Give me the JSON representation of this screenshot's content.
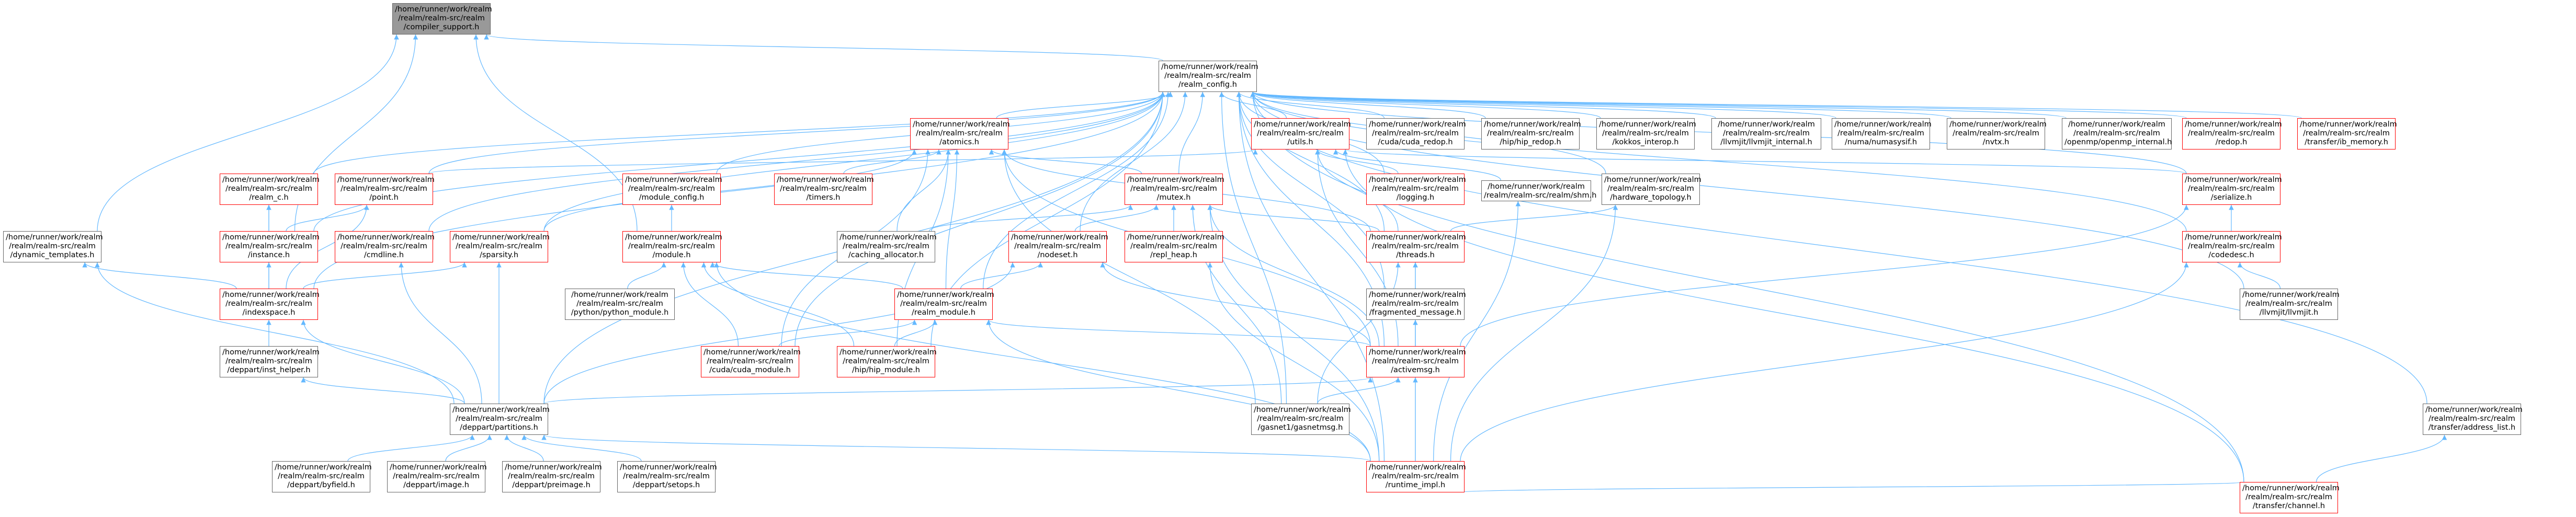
{
  "graph": {
    "edge_color": "#63b8ff",
    "node_border_default": "#666666",
    "node_border_incomplete": "#ff0000",
    "root_fill": "#999999",
    "nodes": [
      {
        "id": "compiler_support",
        "lines": [
          "/home/runner/work/realm",
          "/realm/realm-src/realm",
          "/compiler_support.h"
        ],
        "kind": "root"
      },
      {
        "id": "realm_config",
        "lines": [
          "/home/runner/work/realm",
          "/realm/realm-src/realm",
          "/realm_config.h"
        ],
        "kind": "normal"
      },
      {
        "id": "dynamic_templates",
        "lines": [
          "/home/runner/work/realm",
          "/realm/realm-src/realm",
          "/dynamic_templates.h"
        ],
        "kind": "normal"
      },
      {
        "id": "atomics",
        "lines": [
          "/home/runner/work/realm",
          "/realm/realm-src/realm",
          "/atomics.h"
        ],
        "kind": "red"
      },
      {
        "id": "utils",
        "lines": [
          "/home/runner/work/realm",
          "/realm/realm-src/realm",
          "/utils.h"
        ],
        "kind": "red"
      },
      {
        "id": "cuda_redop",
        "lines": [
          "/home/runner/work/realm",
          "/realm/realm-src/realm",
          "/cuda/cuda_redop.h"
        ],
        "kind": "normal"
      },
      {
        "id": "hip_redop",
        "lines": [
          "/home/runner/work/realm",
          "/realm/realm-src/realm",
          "/hip/hip_redop.h"
        ],
        "kind": "normal"
      },
      {
        "id": "kokkos_interop",
        "lines": [
          "/home/runner/work/realm",
          "/realm/realm-src/realm",
          "/kokkos_interop.h"
        ],
        "kind": "normal"
      },
      {
        "id": "llvmjit_internal",
        "lines": [
          "/home/runner/work/realm",
          "/realm/realm-src/realm",
          "/llvmjit/llvmjit_internal.h"
        ],
        "kind": "normal"
      },
      {
        "id": "numasysif",
        "lines": [
          "/home/runner/work/realm",
          "/realm/realm-src/realm",
          "/numa/numasysif.h"
        ],
        "kind": "normal"
      },
      {
        "id": "nvtx",
        "lines": [
          "/home/runner/work/realm",
          "/realm/realm-src/realm",
          "/nvtx.h"
        ],
        "kind": "normal"
      },
      {
        "id": "openmp_internal",
        "lines": [
          "/home/runner/work/realm",
          "/realm/realm-src/realm",
          "/openmp/openmp_internal.h"
        ],
        "kind": "normal"
      },
      {
        "id": "redop",
        "lines": [
          "/home/runner/work/realm",
          "/realm/realm-src/realm",
          "/redop.h"
        ],
        "kind": "red"
      },
      {
        "id": "ib_memory",
        "lines": [
          "/home/runner/work/realm",
          "/realm/realm-src/realm",
          "/transfer/ib_memory.h"
        ],
        "kind": "red"
      },
      {
        "id": "realm_c",
        "lines": [
          "/home/runner/work/realm",
          "/realm/realm-src/realm",
          "/realm_c.h"
        ],
        "kind": "red"
      },
      {
        "id": "point",
        "lines": [
          "/home/runner/work/realm",
          "/realm/realm-src/realm",
          "/point.h"
        ],
        "kind": "red"
      },
      {
        "id": "module_config",
        "lines": [
          "/home/runner/work/realm",
          "/realm/realm-src/realm",
          "/module_config.h"
        ],
        "kind": "red"
      },
      {
        "id": "timers",
        "lines": [
          "/home/runner/work/realm",
          "/realm/realm-src/realm",
          "/timers.h"
        ],
        "kind": "red"
      },
      {
        "id": "mutex",
        "lines": [
          "/home/runner/work/realm",
          "/realm/realm-src/realm",
          "/mutex.h"
        ],
        "kind": "red"
      },
      {
        "id": "logging",
        "lines": [
          "/home/runner/work/realm",
          "/realm/realm-src/realm",
          "/logging.h"
        ],
        "kind": "red"
      },
      {
        "id": "realmshm",
        "lines": [
          "/home/runner/work/realm",
          "/realm/realm-src/realm/shm.h"
        ],
        "kind": "normal"
      },
      {
        "id": "hardware_topology",
        "lines": [
          "/home/runner/work/realm",
          "/realm/realm-src/realm",
          "/hardware_topology.h"
        ],
        "kind": "normal"
      },
      {
        "id": "serialize",
        "lines": [
          "/home/runner/work/realm",
          "/realm/realm-src/realm",
          "/serialize.h"
        ],
        "kind": "red"
      },
      {
        "id": "instance",
        "lines": [
          "/home/runner/work/realm",
          "/realm/realm-src/realm",
          "/instance.h"
        ],
        "kind": "red"
      },
      {
        "id": "cmdline",
        "lines": [
          "/home/runner/work/realm",
          "/realm/realm-src/realm",
          "/cmdline.h"
        ],
        "kind": "red"
      },
      {
        "id": "sparsity",
        "lines": [
          "/home/runner/work/realm",
          "/realm/realm-src/realm",
          "/sparsity.h"
        ],
        "kind": "red"
      },
      {
        "id": "module",
        "lines": [
          "/home/runner/work/realm",
          "/realm/realm-src/realm",
          "/module.h"
        ],
        "kind": "red"
      },
      {
        "id": "caching_allocator",
        "lines": [
          "/home/runner/work/realm",
          "/realm/realm-src/realm",
          "/caching_allocator.h"
        ],
        "kind": "normal"
      },
      {
        "id": "nodeset",
        "lines": [
          "/home/runner/work/realm",
          "/realm/realm-src/realm",
          "/nodeset.h"
        ],
        "kind": "red"
      },
      {
        "id": "repl_heap",
        "lines": [
          "/home/runner/work/realm",
          "/realm/realm-src/realm",
          "/repl_heap.h"
        ],
        "kind": "red"
      },
      {
        "id": "threads",
        "lines": [
          "/home/runner/work/realm",
          "/realm/realm-src/realm",
          "/threads.h"
        ],
        "kind": "red"
      },
      {
        "id": "codedesc",
        "lines": [
          "/home/runner/work/realm",
          "/realm/realm-src/realm",
          "/codedesc.h"
        ],
        "kind": "red"
      },
      {
        "id": "indexspace",
        "lines": [
          "/home/runner/work/realm",
          "/realm/realm-src/realm",
          "/indexspace.h"
        ],
        "kind": "red"
      },
      {
        "id": "python_module",
        "lines": [
          "/home/runner/work/realm",
          "/realm/realm-src/realm",
          "/python/python_module.h"
        ],
        "kind": "normal"
      },
      {
        "id": "realm_module",
        "lines": [
          "/home/runner/work/realm",
          "/realm/realm-src/realm",
          "/realm_module.h"
        ],
        "kind": "red"
      },
      {
        "id": "fragmented_message",
        "lines": [
          "/home/runner/work/realm",
          "/realm/realm-src/realm",
          "/fragmented_message.h"
        ],
        "kind": "normal"
      },
      {
        "id": "llvmjit",
        "lines": [
          "/home/runner/work/realm",
          "/realm/realm-src/realm",
          "/llvmjit/llvmjit.h"
        ],
        "kind": "normal"
      },
      {
        "id": "inst_helper",
        "lines": [
          "/home/runner/work/realm",
          "/realm/realm-src/realm",
          "/deppart/inst_helper.h"
        ],
        "kind": "normal"
      },
      {
        "id": "cuda_module",
        "lines": [
          "/home/runner/work/realm",
          "/realm/realm-src/realm",
          "/cuda/cuda_module.h"
        ],
        "kind": "red"
      },
      {
        "id": "hip_module",
        "lines": [
          "/home/runner/work/realm",
          "/realm/realm-src/realm",
          "/hip/hip_module.h"
        ],
        "kind": "red"
      },
      {
        "id": "activemsg",
        "lines": [
          "/home/runner/work/realm",
          "/realm/realm-src/realm",
          "/activemsg.h"
        ],
        "kind": "red"
      },
      {
        "id": "partitions",
        "lines": [
          "/home/runner/work/realm",
          "/realm/realm-src/realm",
          "/deppart/partitions.h"
        ],
        "kind": "normal"
      },
      {
        "id": "gasnet1",
        "lines": [
          "/home/runner/work/realm",
          "/realm/realm-src/realm",
          "/gasnet1/gasnetmsg.h"
        ],
        "kind": "normal"
      },
      {
        "id": "address_list",
        "lines": [
          "/home/runner/work/realm",
          "/realm/realm-src/realm",
          "/transfer/address_list.h"
        ],
        "kind": "normal"
      },
      {
        "id": "byfield",
        "lines": [
          "/home/runner/work/realm",
          "/realm/realm-src/realm",
          "/deppart/byfield.h"
        ],
        "kind": "normal"
      },
      {
        "id": "image",
        "lines": [
          "/home/runner/work/realm",
          "/realm/realm-src/realm",
          "/deppart/image.h"
        ],
        "kind": "normal"
      },
      {
        "id": "preimage",
        "lines": [
          "/home/runner/work/realm",
          "/realm/realm-src/realm",
          "/deppart/preimage.h"
        ],
        "kind": "normal"
      },
      {
        "id": "setops",
        "lines": [
          "/home/runner/work/realm",
          "/realm/realm-src/realm",
          "/deppart/setops.h"
        ],
        "kind": "normal"
      },
      {
        "id": "runtime_impl",
        "lines": [
          "/home/runner/work/realm",
          "/realm/realm-src/realm",
          "/runtime_impl.h"
        ],
        "kind": "red"
      },
      {
        "id": "channel",
        "lines": [
          "/home/runner/work/realm",
          "/realm/realm-src/realm",
          "/transfer/channel.h"
        ],
        "kind": "red"
      }
    ]
  }
}
